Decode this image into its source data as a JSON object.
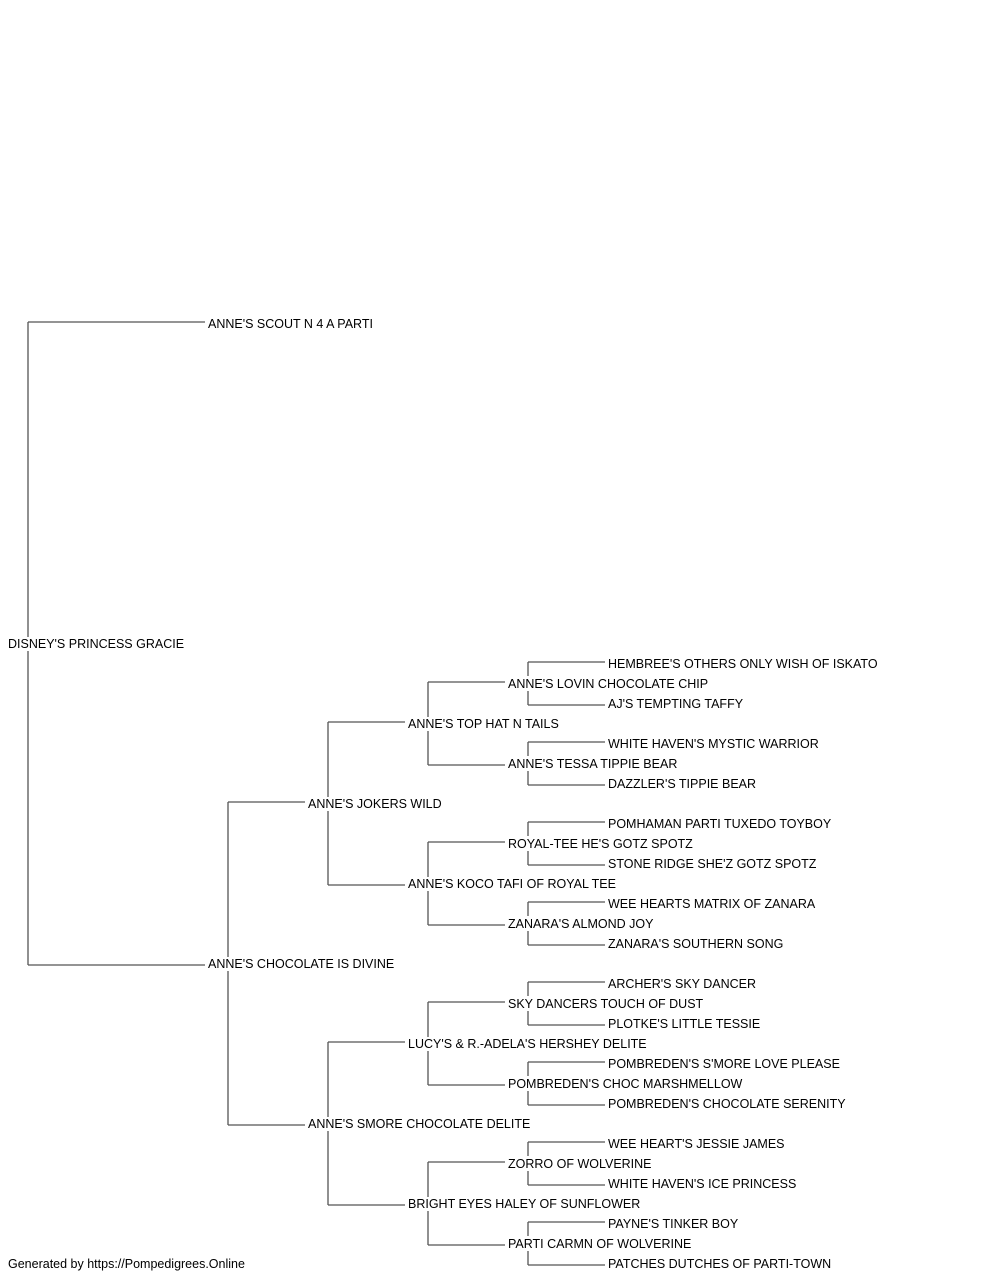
{
  "pedigree": {
    "subject": "DISNEY'S PRINCESS GRACIE",
    "sire": "ANNE'S SCOUT N 4 A PARTI",
    "dam": "ANNE'S CHOCOLATE IS DIVINE",
    "dam_sire": "ANNE'S JOKERS WILD",
    "dam_dam": "ANNE'S SMORE CHOCOLATE DELITE",
    "dam_sire_sire": "ANNE'S TOP HAT N TAILS",
    "dam_sire_dam": "ANNE'S KOCO TAFI OF ROYAL TEE",
    "dam_dam_sire": "LUCY'S & R.-ADELA'S HERSHEY DELITE",
    "dam_dam_dam": "BRIGHT EYES HALEY OF SUNFLOWER",
    "gen4": [
      "ANNE'S LOVIN CHOCOLATE CHIP",
      "ANNE'S TESSA TIPPIE BEAR",
      "ROYAL-TEE HE'S GOTZ SPOTZ",
      "ZANARA'S ALMOND JOY",
      "SKY DANCERS TOUCH OF DUST",
      "POMBREDEN'S CHOC MARSHMELLOW",
      "ZORRO OF WOLVERINE",
      "PARTI CARMN OF WOLVERINE"
    ],
    "gen5": [
      "HEMBREE'S OTHERS ONLY WISH OF ISKATO",
      "AJ'S TEMPTING TAFFY",
      "WHITE HAVEN'S MYSTIC WARRIOR",
      "DAZZLER'S TIPPIE BEAR",
      "POMHAMAN PARTI TUXEDO TOYBOY",
      "STONE RIDGE SHE'Z GOTZ SPOTZ",
      "WEE HEARTS MATRIX OF ZANARA",
      "ZANARA'S SOUTHERN SONG",
      "ARCHER'S SKY DANCER",
      "PLOTKE'S LITTLE TESSIE",
      "POMBREDEN'S S'MORE LOVE PLEASE",
      "POMBREDEN'S CHOCOLATE SERENITY",
      "WEE HEART'S JESSIE JAMES",
      "WHITE HAVEN'S ICE PRINCESS",
      "PAYNE'S TINKER BOY",
      "PATCHES DUTCHES OF PARTI-TOWN"
    ]
  },
  "footer": {
    "text": "Generated by https://Pompedigrees.Online"
  }
}
